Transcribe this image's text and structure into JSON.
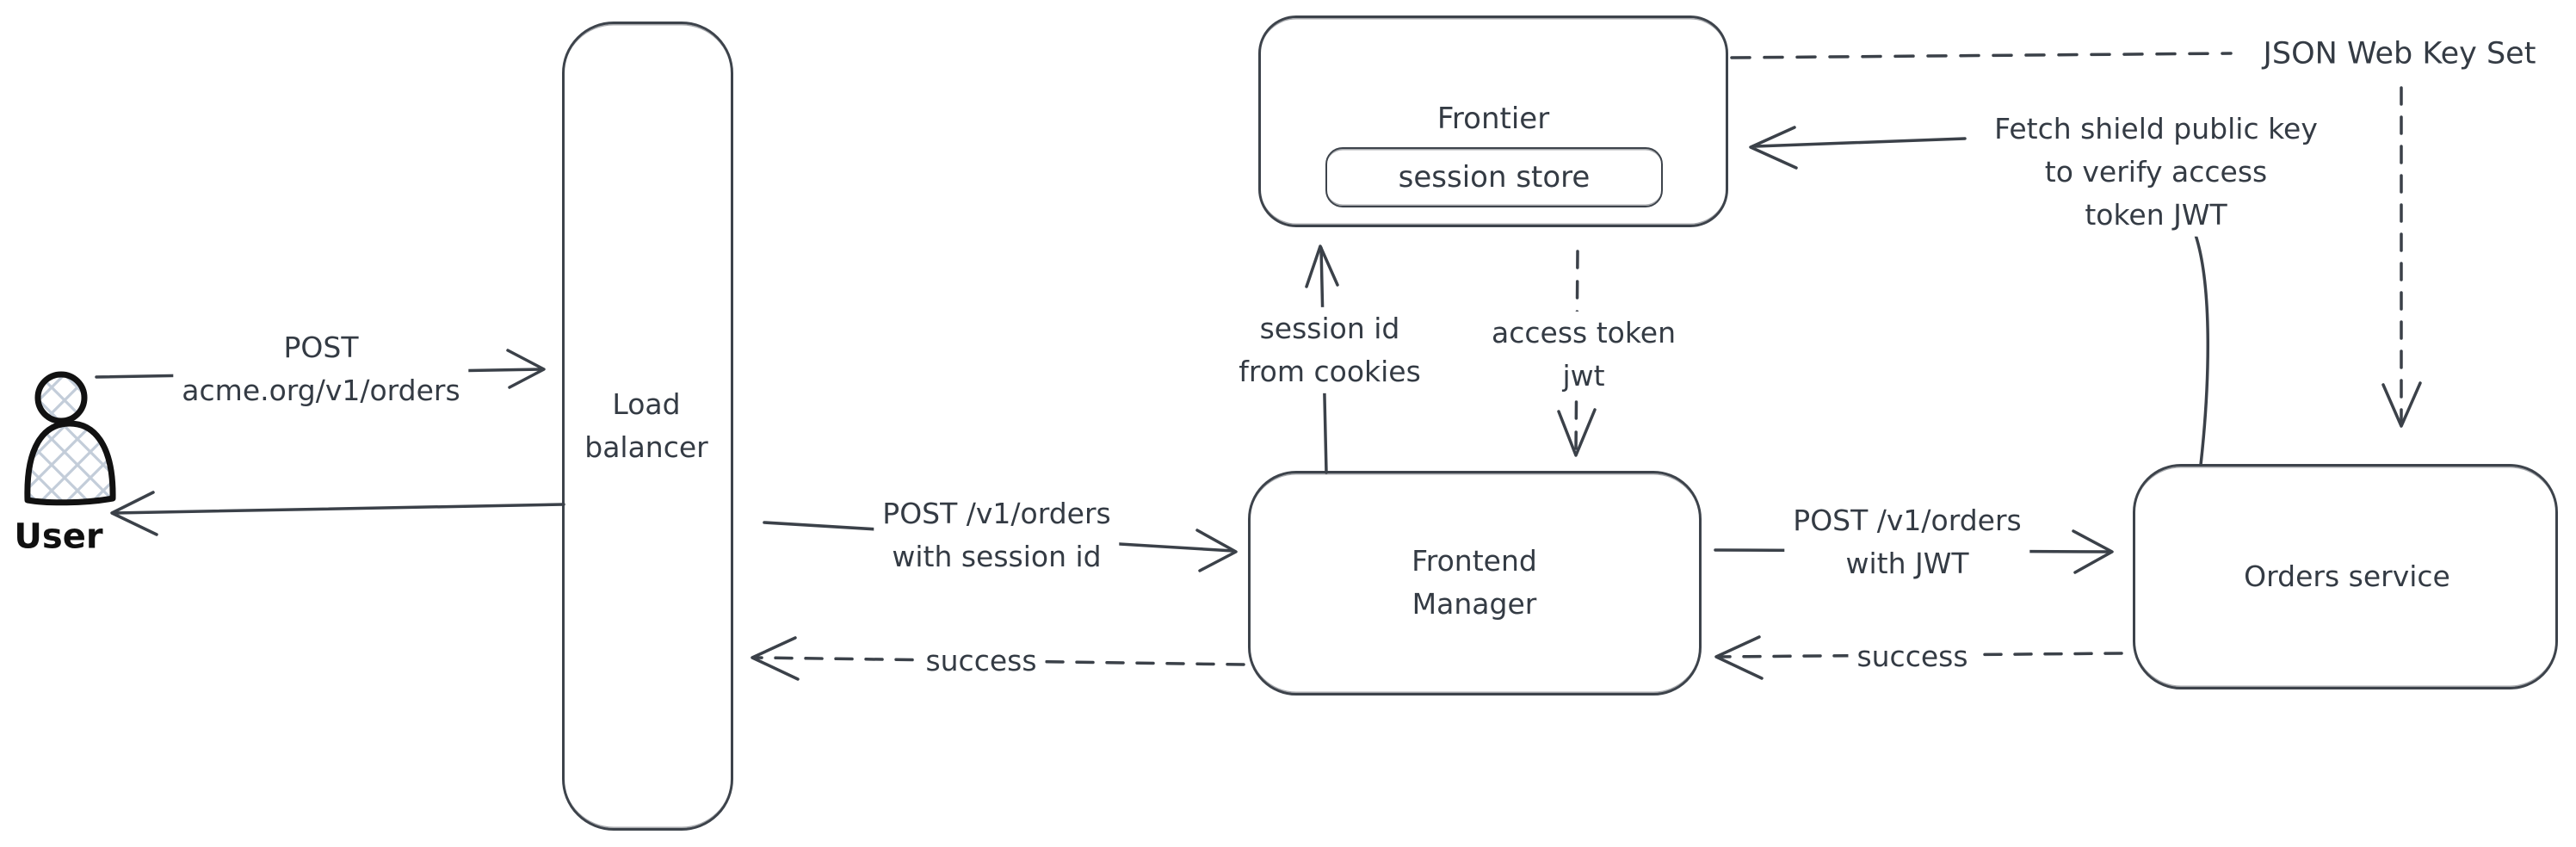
{
  "palette": {
    "background": "#ffffff",
    "stroke": "#3b4149",
    "text": "#343b44",
    "user_outline": "#111111",
    "user_hatch_fill": "#c3cdd9"
  },
  "nodes": {
    "user": {
      "label": "User",
      "icon": "person-icon"
    },
    "load_balancer": {
      "lines": [
        "Load",
        "balancer"
      ]
    },
    "frontier": {
      "label": "Frontier"
    },
    "session_store": {
      "label": "session store"
    },
    "frontend_manager": {
      "lines": [
        "Frontend",
        "Manager"
      ]
    },
    "orders_service": {
      "label": "Orders service"
    },
    "jwks": {
      "label": "JSON Web Key Set"
    }
  },
  "edges": {
    "user_to_load_balancer": {
      "style": "solid",
      "lines": [
        "POST",
        "acme.org/v1/orders"
      ]
    },
    "load_balancer_to_user": {
      "style": "solid"
    },
    "load_balancer_to_frontend_manager": {
      "style": "solid",
      "lines": [
        "POST /v1/orders",
        "with session id"
      ]
    },
    "frontend_manager_to_load_balancer": {
      "style": "dashed",
      "label": "success"
    },
    "frontend_manager_to_frontier": {
      "style": "solid",
      "lines": [
        "session id",
        "from cookies"
      ]
    },
    "frontier_to_frontend_manager": {
      "style": "dashed",
      "lines": [
        "access token",
        "jwt"
      ]
    },
    "frontend_manager_to_orders_service": {
      "style": "solid",
      "lines": [
        "POST /v1/orders",
        "with JWT"
      ]
    },
    "orders_service_to_frontend_manager": {
      "style": "dashed",
      "label": "success"
    },
    "orders_service_to_frontier": {
      "style": "solid",
      "lines": [
        "Fetch shield public key",
        "to verify access",
        "token JWT"
      ]
    },
    "frontier_to_jwks": {
      "style": "dashed"
    },
    "jwks_to_orders_service": {
      "style": "dashed"
    }
  }
}
